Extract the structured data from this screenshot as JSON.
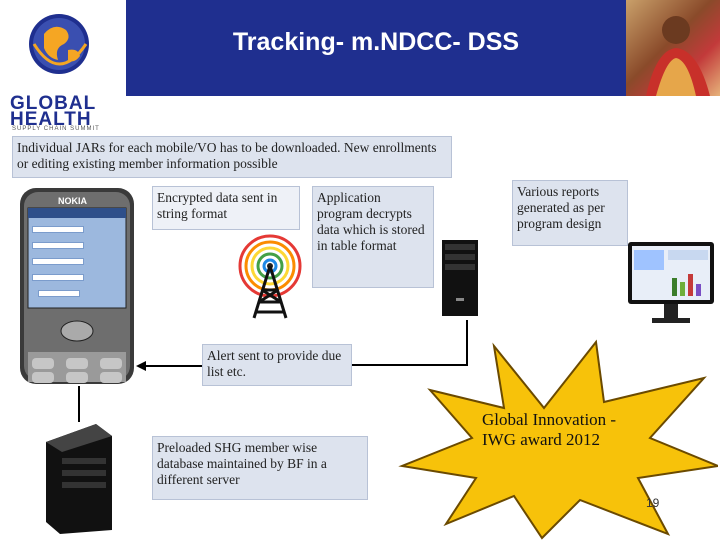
{
  "header": {
    "title": "Tracking- m.NDCC- DSS",
    "logo_line1": "GLOBAL",
    "logo_line2": "HEALTH",
    "logo_subtitle": "SUPPLY CHAIN SUMMIT"
  },
  "boxes": {
    "intro": "Individual JARs for each mobile/VO has to be downloaded. New enrollments or editing existing member information possible",
    "encrypted": "Encrypted data sent in string format",
    "application": "Application program decrypts data which is stored in table format",
    "reports": "Various reports generated as per program design",
    "alert": "Alert sent to provide due list etc.",
    "preloaded": "Preloaded SHG member wise database maintained by BF in a different server"
  },
  "award": "Global Innovation - IWG award 2012",
  "page_number": "19",
  "phone": {
    "brand": "NOKIA"
  },
  "colors": {
    "header_bar": "#1f2f8f",
    "text_box": "#dde3ee",
    "starburst": "#f7c20a",
    "starburst_outline": "#6b4a00"
  },
  "icons": [
    "globe-logo-icon",
    "woman-photo-icon",
    "mobile-phone-icon",
    "antenna-tower-icon",
    "server-icon",
    "monitor-report-icon",
    "starburst-icon"
  ]
}
